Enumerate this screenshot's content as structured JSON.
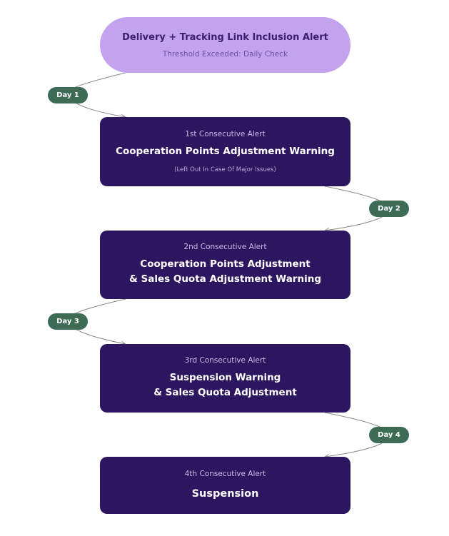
{
  "start": {
    "title": "Delivery + Tracking Link Inclusion Alert",
    "subtitle": "Threshold Exceeded: Daily Check"
  },
  "edges": [
    {
      "label": "Day 1"
    },
    {
      "label": "Day 2"
    },
    {
      "label": "Day 3"
    },
    {
      "label": "Day 4"
    }
  ],
  "steps": [
    {
      "kicker": "1st Consecutive Alert",
      "title": "Cooperation Points Adjustment Warning",
      "note": "(Left Out In Case Of Major Issues)"
    },
    {
      "kicker": "2nd Consecutive Alert",
      "title_line1": "Cooperation Points Adjustment",
      "title_line2": "& Sales Quota Adjustment Warning"
    },
    {
      "kicker": "3rd Consecutive Alert",
      "title_line1": "Suspension Warning",
      "title_line2": "& Sales Quota Adjustment"
    },
    {
      "kicker": "4th Consecutive Alert",
      "title": "Suspension"
    }
  ],
  "colors": {
    "start_fill": "#c3a3ee",
    "step_fill": "#2c1660",
    "edge_label_fill": "#3d6b55",
    "connector": "#8a8a8a"
  }
}
